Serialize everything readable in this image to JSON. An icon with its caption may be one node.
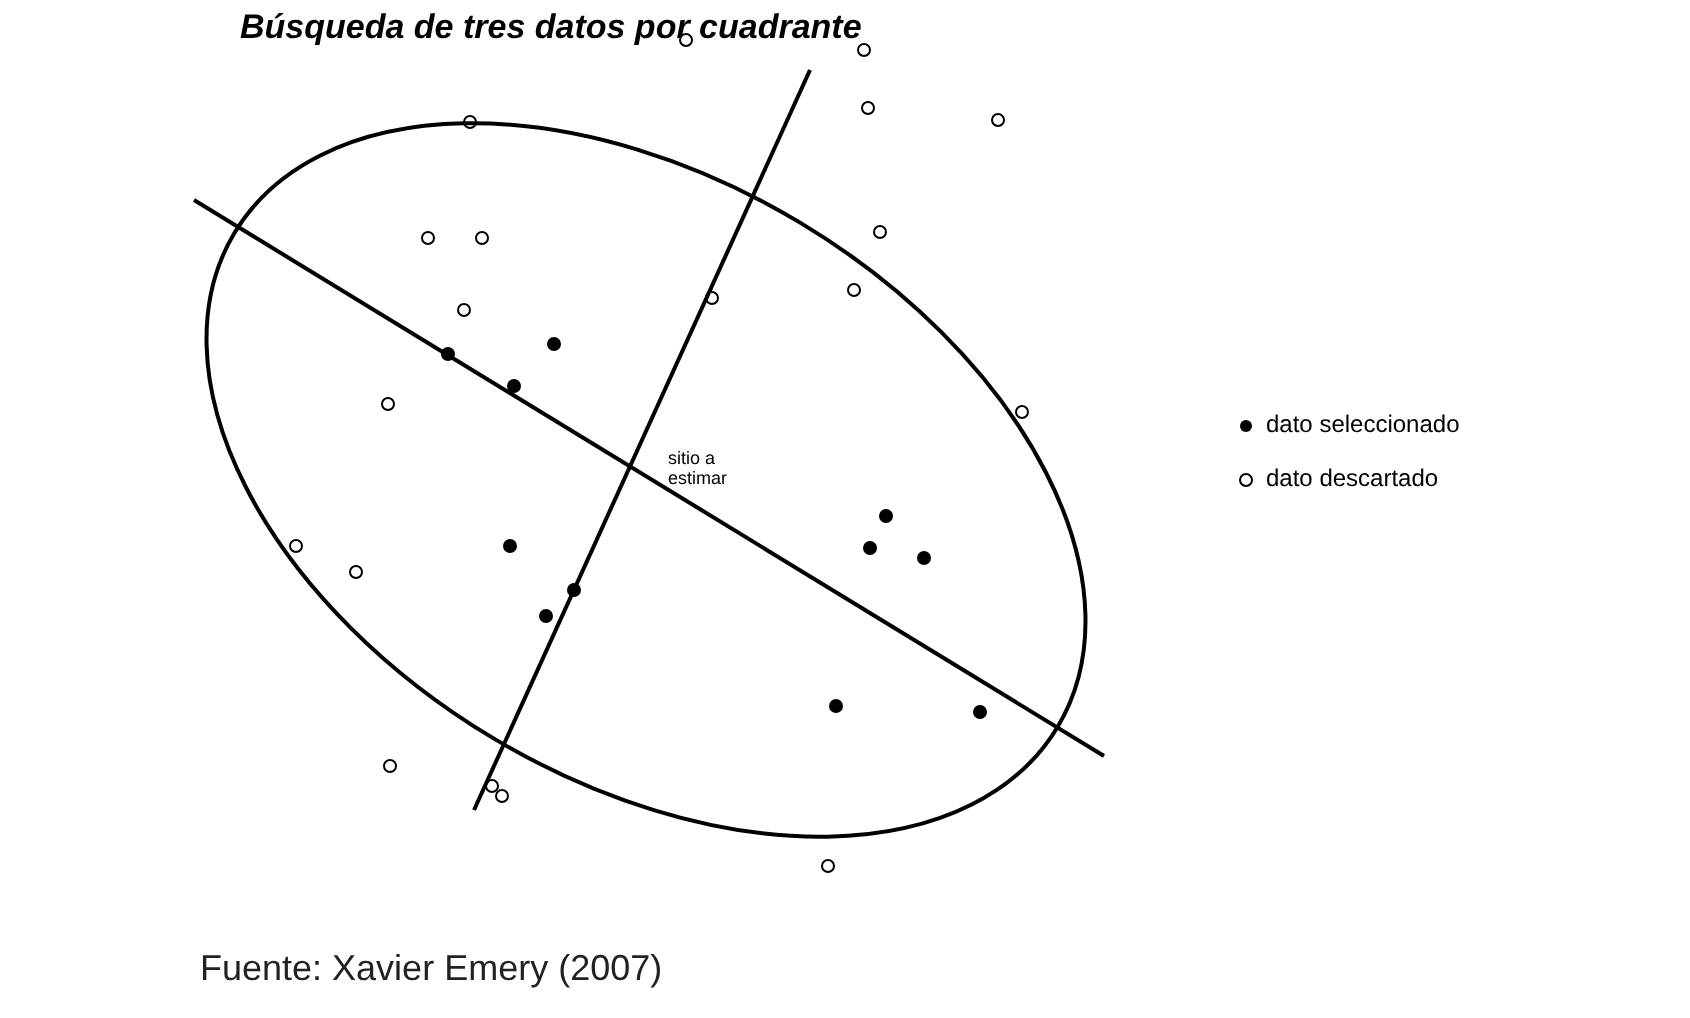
{
  "diagram": {
    "title": "Búsqueda de tres datos por cuadrante",
    "caption": "Fuente: Xavier Emery (2007)",
    "labels": [
      "sitio a estimar"
    ],
    "legend": [
      {
        "text": "dato seleccionado"
      },
      {
        "text": "dato descartado"
      }
    ]
  }
}
